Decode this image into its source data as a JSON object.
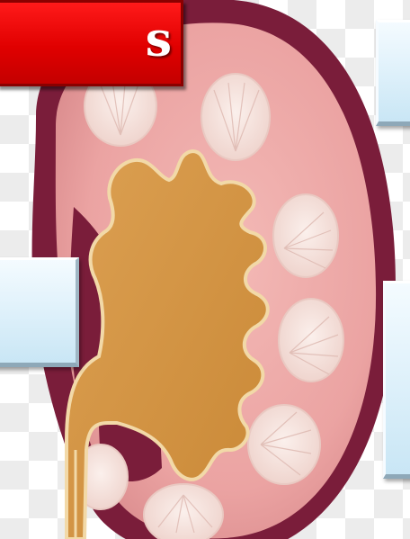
{
  "title": {
    "text": "s"
  },
  "colors": {
    "title_red": "#e00000",
    "kidney_outer": "#7a1d3a",
    "cortex_pink": "#ecaaa8",
    "pelvis_gold": "#d2953f",
    "pyramid_cream": "#f6e4de",
    "label_blue": "#dff1fb"
  },
  "labels": [
    {
      "id": "label-top-right",
      "text": ""
    },
    {
      "id": "label-left",
      "text": ""
    },
    {
      "id": "label-right",
      "text": ""
    }
  ],
  "icons": {
    "background": "transparency-checkerboard",
    "diagram": "kidney-cross-section"
  }
}
